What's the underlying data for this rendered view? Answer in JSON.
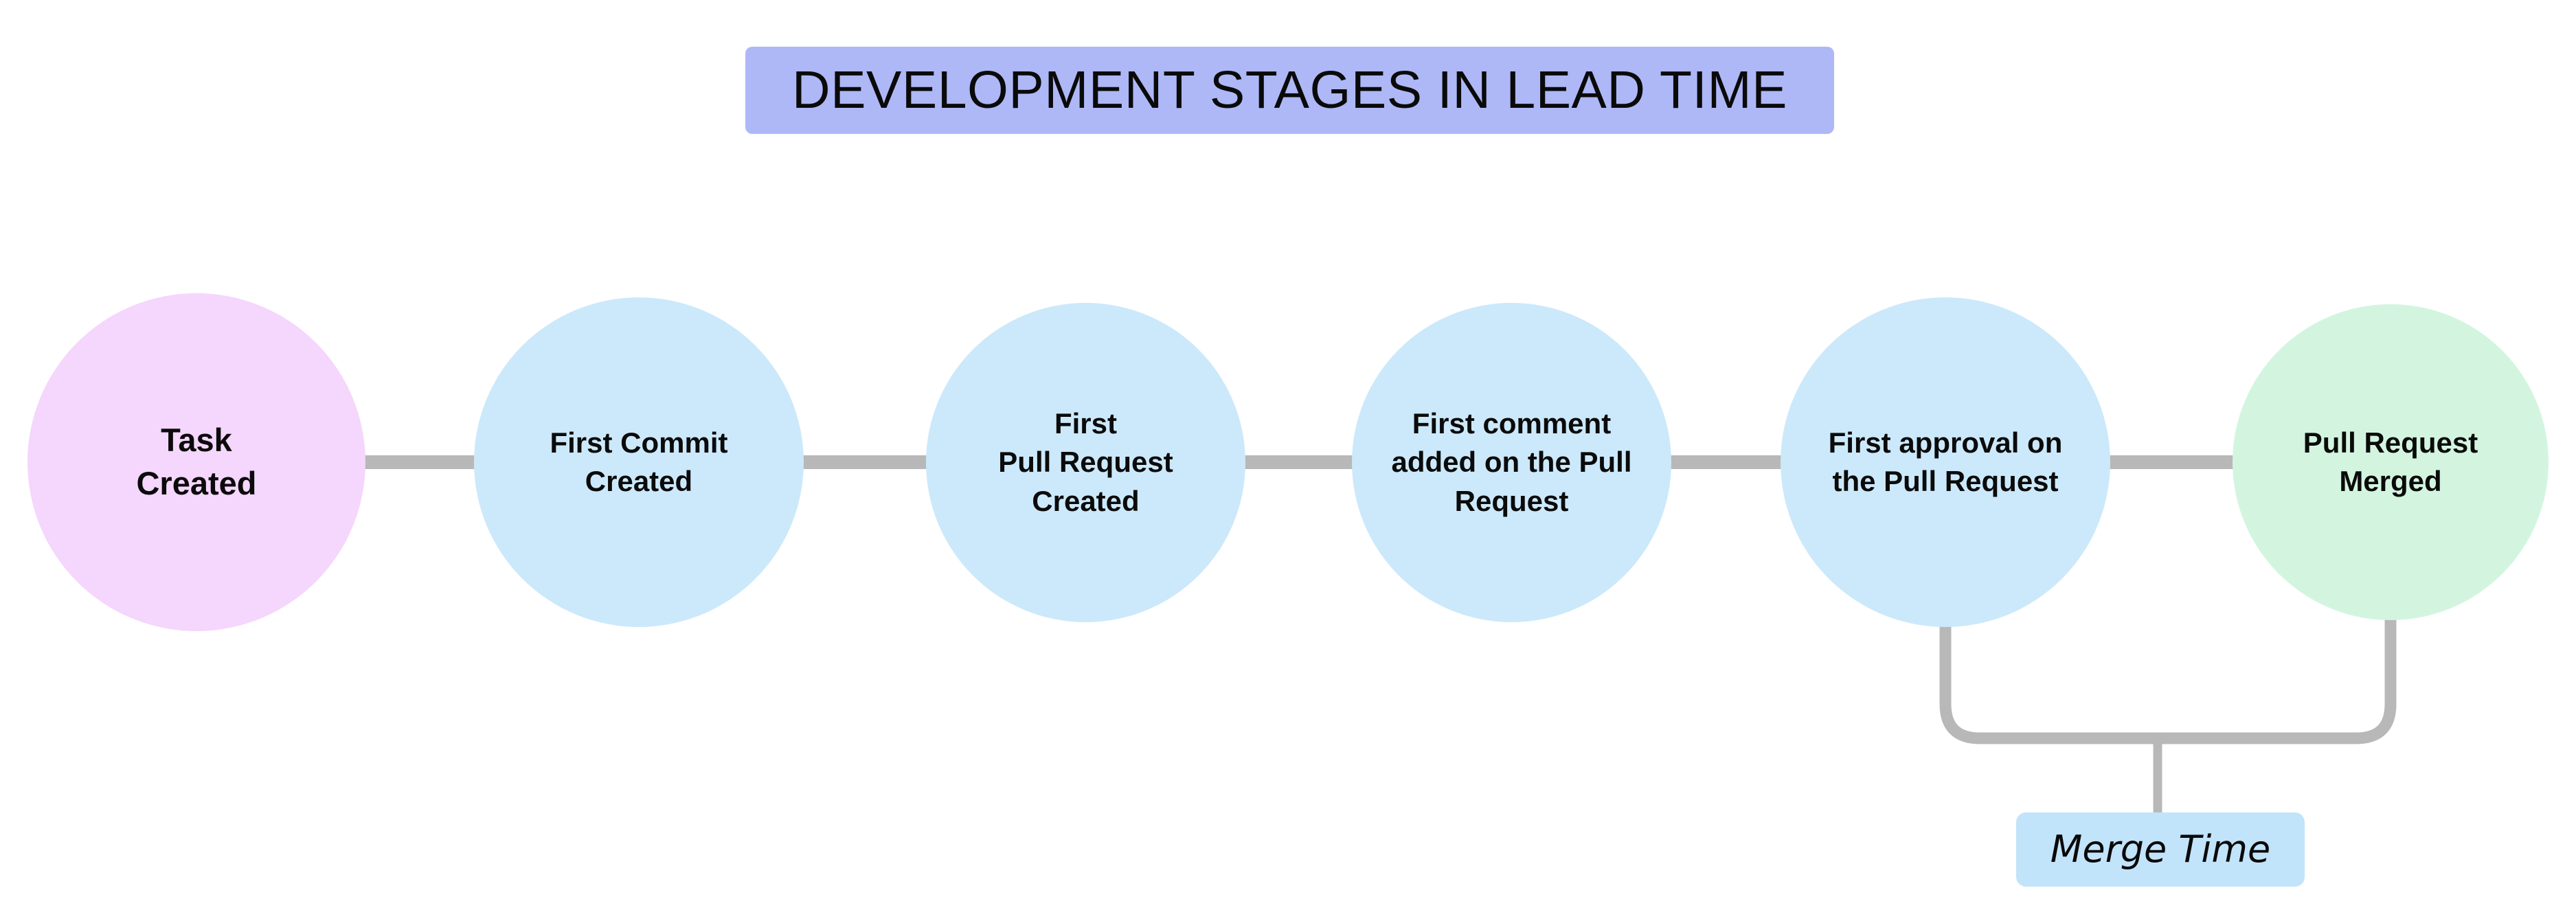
{
  "title": {
    "text": "DEVELOPMENT STAGES IN LEAD TIME",
    "background_color": "#AEB8F7"
  },
  "diagram": {
    "type": "process-flow",
    "orientation": "horizontal",
    "connector_color": "#B8B8B8",
    "background_color": "#FFFFFF",
    "stages": [
      {
        "label": "Task\nCreated",
        "color": "#F5D6FC",
        "index": 1
      },
      {
        "label": "First Commit\nCreated",
        "color": "#CCE9FB",
        "index": 2
      },
      {
        "label": "First\nPull Request\nCreated",
        "color": "#CCE9FB",
        "index": 3
      },
      {
        "label": "First comment\nadded on the Pull\nRequest",
        "color": "#CCE9FB",
        "index": 4
      },
      {
        "label": "First approval on\nthe Pull Request",
        "color": "#CCE9FB",
        "index": 5
      },
      {
        "label": "Pull Request\nMerged",
        "color": "#D3F5E0",
        "index": 6
      }
    ],
    "annotations": [
      {
        "label": "Merge Time",
        "background_color": "#C2E4FA",
        "spans_from_stage": 5,
        "spans_to_stage": 6
      }
    ]
  }
}
